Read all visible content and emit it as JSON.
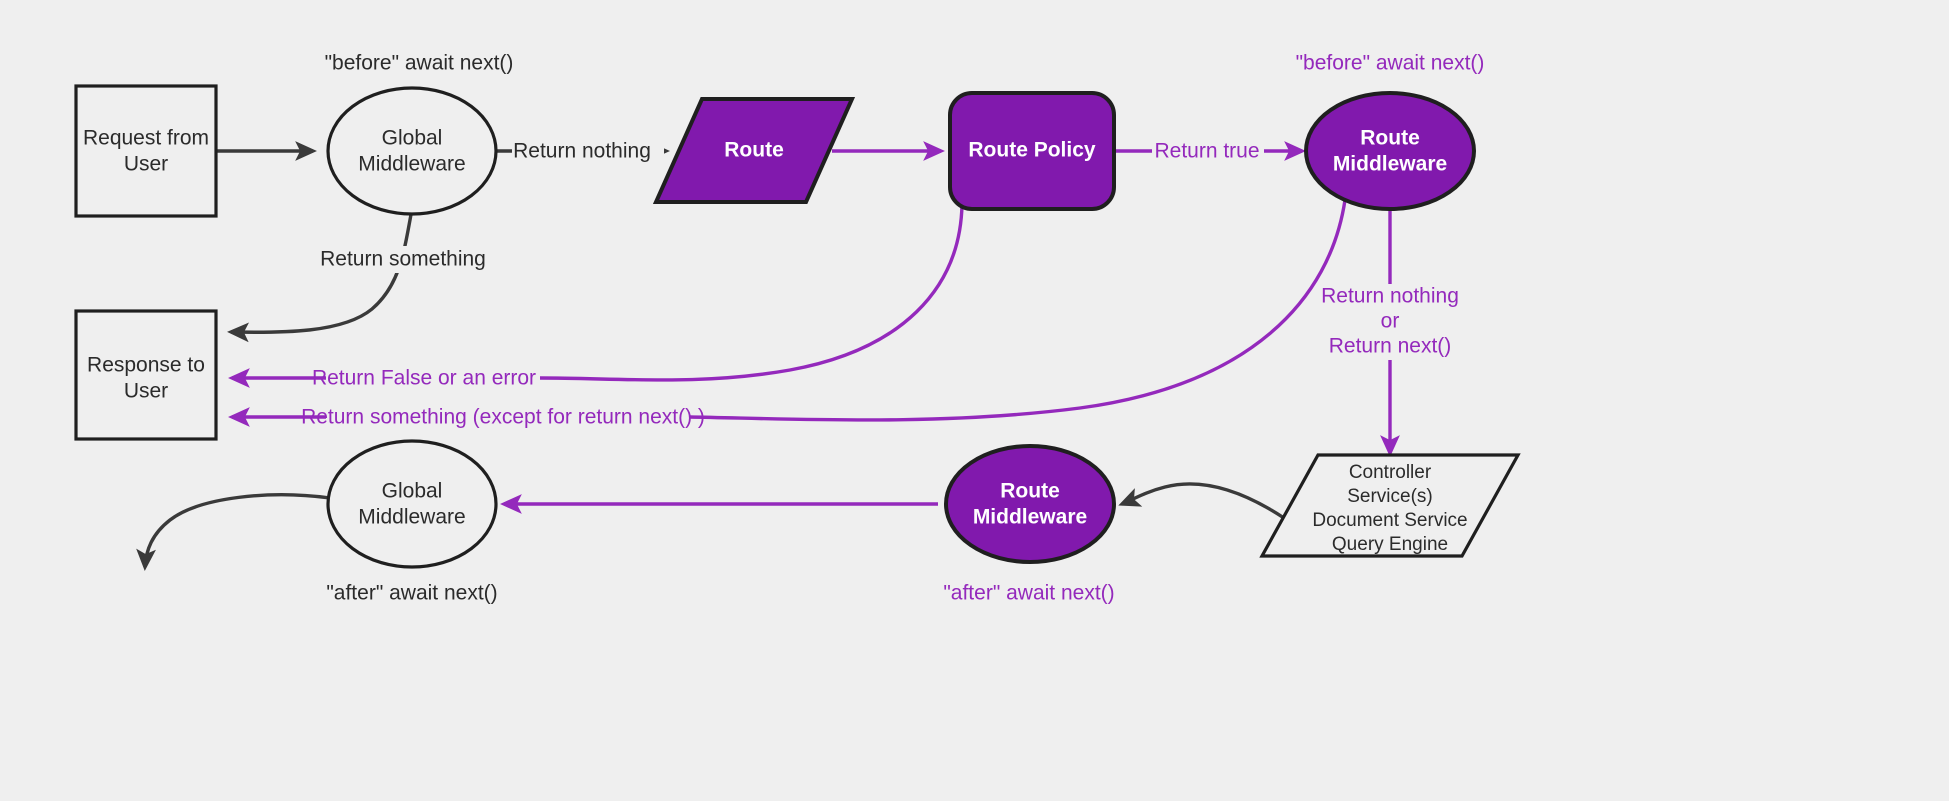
{
  "theme": {
    "background": "#efefef",
    "purple_fill": "#8119ad",
    "purple_stroke": "#9429bc",
    "dark_stroke": "#3a3a3a",
    "shape_outline": "#1f1f1f",
    "text_dark": "#2b2b2b",
    "text_white": "#ffffff"
  },
  "diagram": {
    "title": "Request lifecycle middleware flow",
    "nodes": {
      "request_from_user": {
        "line1": "Request from",
        "line2": "User"
      },
      "global_middleware_top": {
        "line1": "Global",
        "line2": "Middleware"
      },
      "route": {
        "label": "Route"
      },
      "route_policy": {
        "label": "Route Policy"
      },
      "route_middleware_top": {
        "line1": "Route",
        "line2": "Middleware"
      },
      "response_to_user": {
        "line1": "Response to",
        "line2": "User"
      },
      "global_middleware_bottom": {
        "line1": "Global",
        "line2": "Middleware"
      },
      "route_middleware_bottom": {
        "line1": "Route",
        "line2": "Middleware"
      },
      "controller": {
        "line1": "Controller",
        "line2": "Service(s)",
        "line3": "Document Service",
        "line4": "Query Engine"
      }
    },
    "annotations": {
      "before_await_next_top_left": "\"before\" await next()",
      "before_await_next_top_right": "\"before\" await next()",
      "after_await_next_bottom_left": "\"after\" await next()",
      "after_await_next_bottom_right": "\"after\" await next()"
    },
    "edge_labels": {
      "return_nothing": "Return nothing",
      "return_something": "Return something",
      "return_true": "Return true",
      "return_false_or_error": "Return False or an error",
      "return_something_except": "Return something (except for return next() )",
      "return_nothing_or_next_l1": "Return nothing",
      "return_nothing_or_next_l2": "or",
      "return_nothing_or_next_l3": "Return next()"
    }
  }
}
